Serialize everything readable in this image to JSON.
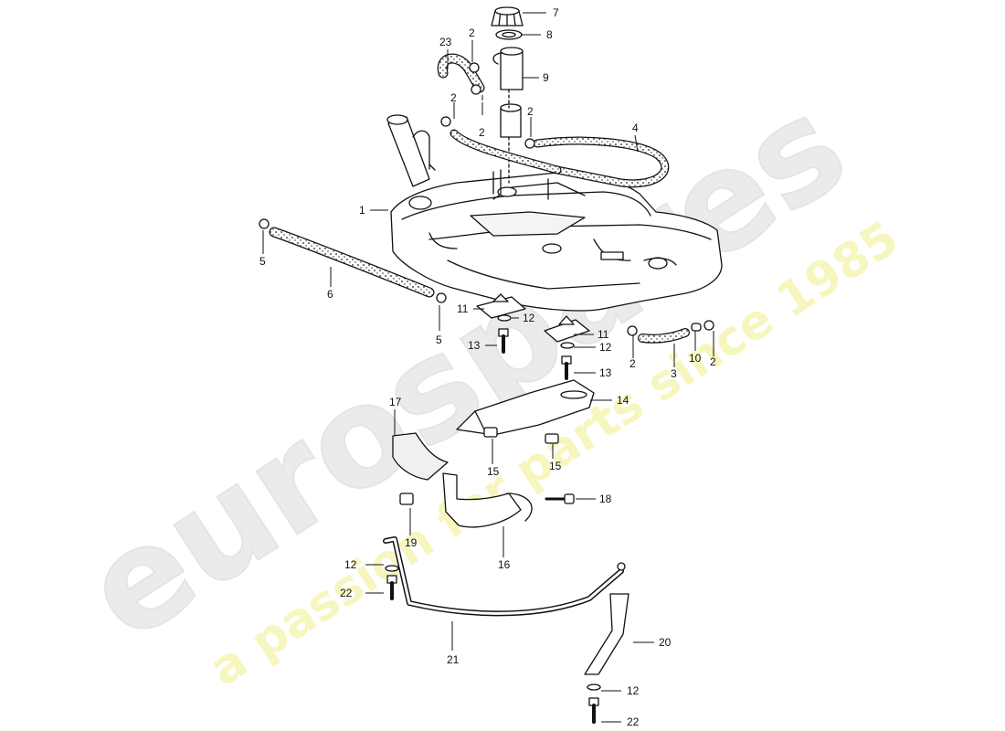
{
  "watermark": {
    "brand": "eurospares",
    "tagline": "a passion for parts since 1985",
    "brand_color": "#d6d6d6",
    "tagline_color": "#ecec7a"
  },
  "callouts": {
    "c1": "1",
    "c2": "2",
    "c3": "3",
    "c4": "4",
    "c5": "5",
    "c6": "6",
    "c7": "7",
    "c8": "8",
    "c9": "9",
    "c10": "10",
    "c11": "11",
    "c12": "12",
    "c13": "13",
    "c14": "14",
    "c15": "15",
    "c16": "16",
    "c17": "17",
    "c18": "18",
    "c19": "19",
    "c20": "20",
    "c21": "21",
    "c22": "22",
    "c23": "23"
  },
  "colors": {
    "line": "#111111",
    "fill": "#ffffff",
    "shade": "#e8e8e8"
  }
}
